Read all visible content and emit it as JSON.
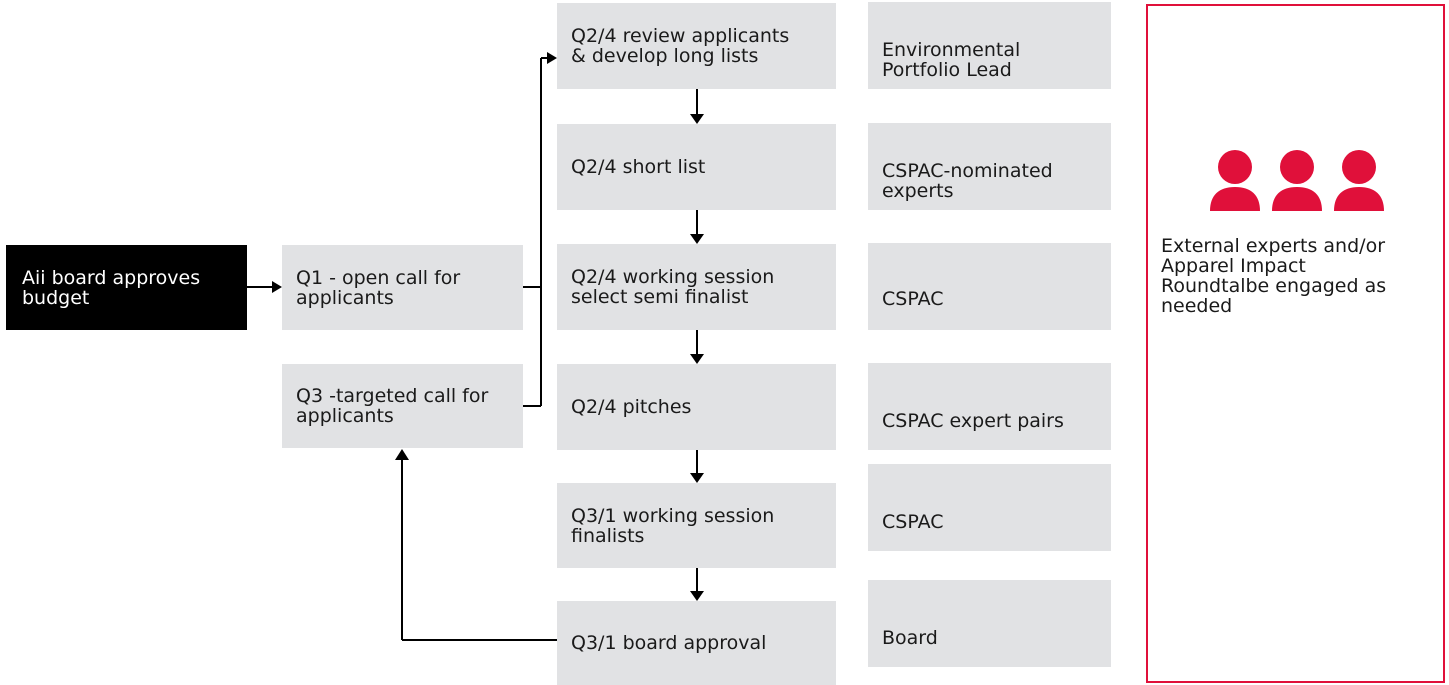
{
  "colors": {
    "box_fill": "#e1e2e4",
    "start_fill": "#000000",
    "start_text": "#ffffff",
    "accent": "#e0103a",
    "arrow": "#000000"
  },
  "start": {
    "label": "Aii board approves\nbudget"
  },
  "calls": {
    "open_call": "Q1  - open call for\napplicants",
    "targeted_call": "Q3 -targeted call for\napplicants"
  },
  "steps": [
    {
      "label": "Q2/4 review applicants\n& develop long lists"
    },
    {
      "label": "Q2/4 short list"
    },
    {
      "label": "Q2/4 working session\nselect semi finalist"
    },
    {
      "label": "Q2/4 pitches"
    },
    {
      "label": "Q3/1 working session\nfinalists"
    },
    {
      "label": "Q3/1 board approval"
    }
  ],
  "roles": [
    {
      "label": "Environmental\nPortfolio Lead"
    },
    {
      "label": "CSPAC-nominated\nexperts"
    },
    {
      "label": "CSPAC"
    },
    {
      "label": "CSPAC expert pairs"
    },
    {
      "label": "CSPAC"
    },
    {
      "label": "Board"
    }
  ],
  "external": {
    "icon": "people-group-icon",
    "label": "External experts and/or\nApparel Impact\nRoundtalbe engaged as\nneeded"
  }
}
